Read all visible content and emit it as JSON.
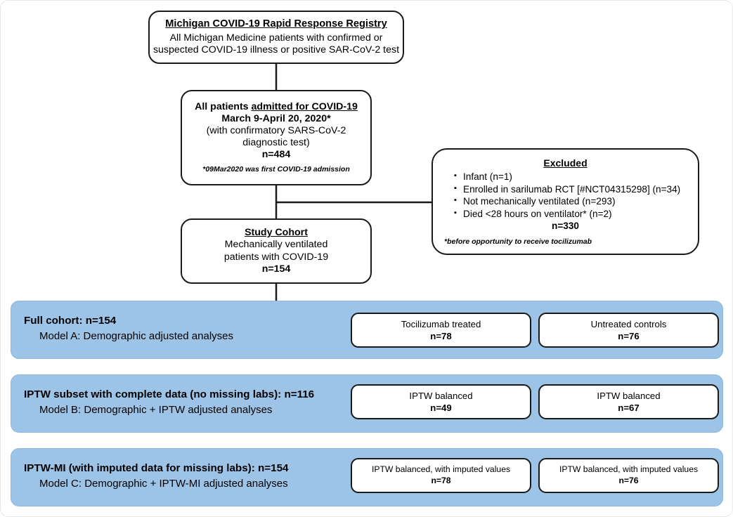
{
  "diagram": {
    "title": "CONSORT-style study flow diagram",
    "accent_blue": "#9dc3e6",
    "line_color": "#1a1a1a"
  },
  "registry": {
    "title": "Michigan COVID-19 Rapid Response Registry",
    "line1": "All Michigan Medicine patients with confirmed or",
    "line2": "suspected COVID-19 illness or positive SAR-CoV-2 test"
  },
  "admitted": {
    "line1_prefix": "All patients ",
    "line1_underlined": "admitted for COVID-19",
    "line2": "March 9-April 20, 2020*",
    "line3": "(with confirmatory SARS-CoV-2",
    "line4": "diagnostic test)",
    "n": "n=484",
    "footnote": "*09Mar2020 was first COVID-19 admission"
  },
  "excluded": {
    "title": "Excluded",
    "items": [
      "Infant (n=1)",
      "Enrolled in sarilumab RCT [#NCT04315298] (n=34)",
      "Not mechanically ventilated (n=293)",
      "Died <28 hours on ventilator* (n=2)"
    ],
    "total": "n=330",
    "footnote": "*before opportunity to receive tocilizumab"
  },
  "cohort": {
    "title": "Study Cohort",
    "line1": "Mechanically ventilated",
    "line2": "patients with COVID-19",
    "n": "n=154"
  },
  "bands": [
    {
      "id": "A",
      "label_line1": "Full cohort:  n=154",
      "label_line2": "Model A:  Demographic adjusted analyses",
      "arms": [
        {
          "label": "Tocilizumab treated",
          "n": "n=78"
        },
        {
          "label": "Untreated controls",
          "n": "n=76"
        }
      ]
    },
    {
      "id": "B",
      "label_line1": "IPTW subset with complete data (no missing labs):  n=116",
      "label_line2": "Model B:  Demographic + IPTW adjusted analyses",
      "arms": [
        {
          "label": "IPTW balanced",
          "n": "n=49"
        },
        {
          "label": "IPTW balanced",
          "n": "n=67"
        }
      ]
    },
    {
      "id": "C",
      "label_line1": "IPTW-MI (with imputed data for missing labs):  n=154",
      "label_line2": "Model C:  Demographic + IPTW-MI adjusted analyses",
      "arms": [
        {
          "label": "IPTW balanced, with imputed values",
          "n": "n=78"
        },
        {
          "label": "IPTW balanced, with imputed values",
          "n": "n=76"
        }
      ]
    }
  ]
}
